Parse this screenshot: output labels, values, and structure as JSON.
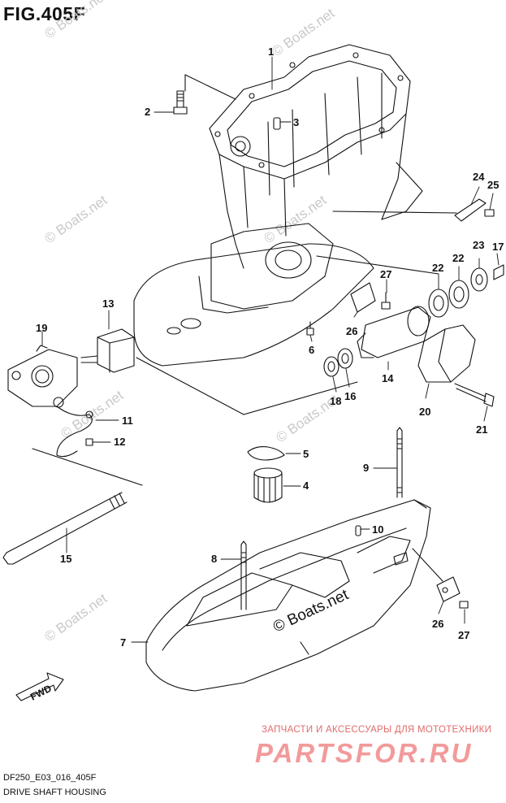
{
  "figure": {
    "title": "FIG.405F",
    "code": "DF250_E03_016_405F",
    "name": "DRIVE SHAFT HOUSING"
  },
  "watermark": {
    "text": "© Boats.net",
    "main_text": "© Boats.net"
  },
  "promo": {
    "line": "ЗАПЧАСТИ И АКСЕССУАРЫ ДЛЯ МОТОТЕХНИКИ",
    "brand": "PARTSFOR.RU"
  },
  "fwd_label": "FWD",
  "parts": [
    {
      "number": "1"
    },
    {
      "number": "2"
    },
    {
      "number": "3"
    },
    {
      "number": "4"
    },
    {
      "number": "5"
    },
    {
      "number": "6"
    },
    {
      "number": "7"
    },
    {
      "number": "8"
    },
    {
      "number": "9"
    },
    {
      "number": "10"
    },
    {
      "number": "11"
    },
    {
      "number": "12"
    },
    {
      "number": "13"
    },
    {
      "number": "14"
    },
    {
      "number": "15"
    },
    {
      "number": "16"
    },
    {
      "number": "17"
    },
    {
      "number": "18"
    },
    {
      "number": "19"
    },
    {
      "number": "20"
    },
    {
      "number": "21"
    },
    {
      "number": "22"
    },
    {
      "number": "22"
    },
    {
      "number": "23"
    },
    {
      "number": "24"
    },
    {
      "number": "25"
    },
    {
      "number": "26"
    },
    {
      "number": "26"
    },
    {
      "number": "27"
    },
    {
      "number": "27"
    }
  ],
  "colors": {
    "line": "#111111",
    "watermark": "#c9c9c9",
    "promo_text": "#e06b6b",
    "promo_brand": "#f29a9a"
  }
}
